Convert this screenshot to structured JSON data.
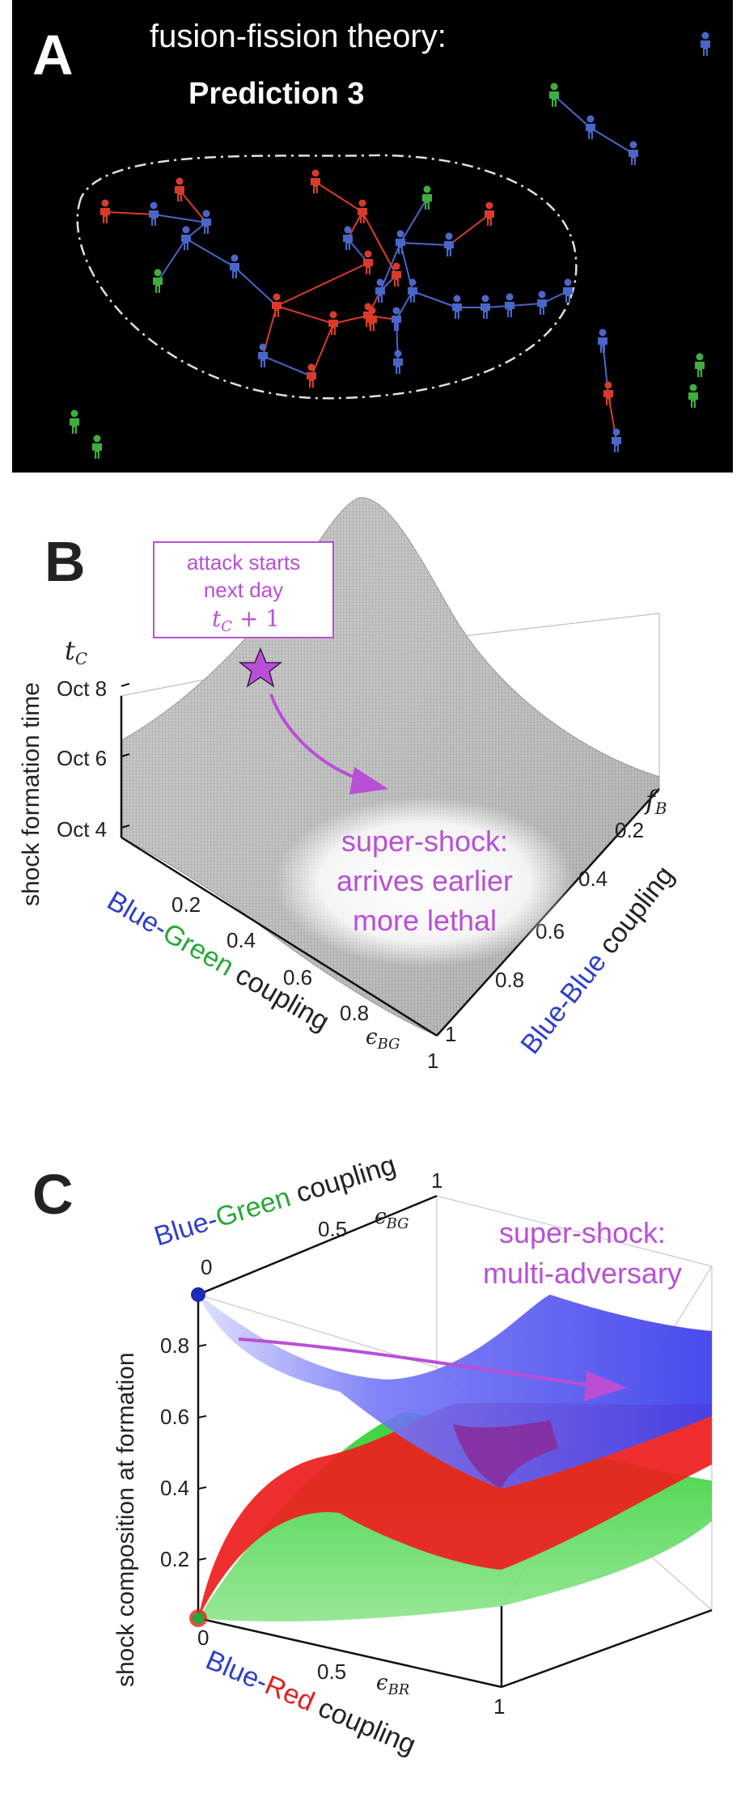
{
  "panel_a": {
    "letter": "A",
    "title_line1": "fusion-fission theory:",
    "title_line2": "Prediction 3",
    "colors": {
      "background": "#000000",
      "red": "#d93b2b",
      "blue": "#4a66c8",
      "green": "#3fae3f",
      "boundary": "#dddddd"
    },
    "agent_icon": "person-icon"
  },
  "panel_b": {
    "letter": "B",
    "z_label": "shock formation time",
    "z_symbol": "t",
    "z_symbol_sub": "C",
    "z_ticks": [
      "Oct 4",
      "Oct 6",
      "Oct 8"
    ],
    "x_ticks": [
      "0.2",
      "0.4",
      "0.6",
      "0.8",
      "1"
    ],
    "x_label_parts": [
      "Blue-",
      "Green",
      " coupling"
    ],
    "x_symbol": "ϵ",
    "x_symbol_sub": "BG",
    "y_ticks": [
      "0.2",
      "0.4",
      "0.6",
      "0.8",
      "1"
    ],
    "y_label_parts": [
      "Blue-",
      "Blue",
      " coupling"
    ],
    "y_symbol": "f",
    "y_symbol_sub": "B",
    "callout_line1": "attack starts",
    "callout_line2": "next day",
    "callout_line3_sym": "t",
    "callout_line3_sub": "C",
    "callout_line3_rest": " + 1",
    "annotation_lines": [
      "super-shock:",
      "arrives earlier",
      "more lethal"
    ],
    "colors": {
      "accent": "#b94fd6",
      "surface": "#b8b8b8",
      "blue": "#2d3fc9",
      "green": "#26a836"
    }
  },
  "panel_c": {
    "letter": "C",
    "z_label": "shock composition at formation",
    "z_ticks": [
      "0.2",
      "0.4",
      "0.6",
      "0.8"
    ],
    "top_axis_ticks": [
      "0",
      "0.5",
      "1"
    ],
    "top_axis_label_parts": [
      "Blue-",
      "Green",
      " coupling"
    ],
    "top_axis_symbol": "ϵ",
    "top_axis_symbol_sub": "BG",
    "bottom_axis_ticks": [
      "0",
      "0.5",
      "1"
    ],
    "bottom_axis_label_parts": [
      "Blue-",
      "Red",
      " coupling"
    ],
    "bottom_axis_symbol": "ϵ",
    "bottom_axis_symbol_sub": "BR",
    "annotation_lines": [
      "super-shock:",
      "multi-adversary"
    ],
    "colors": {
      "accent": "#b94fd6",
      "blue_surface": "#4a4cf0",
      "red_surface": "#ee1d1d",
      "green_surface": "#2fcf2f",
      "blue": "#2d3fc9",
      "red": "#e02020",
      "green": "#26a836"
    }
  }
}
